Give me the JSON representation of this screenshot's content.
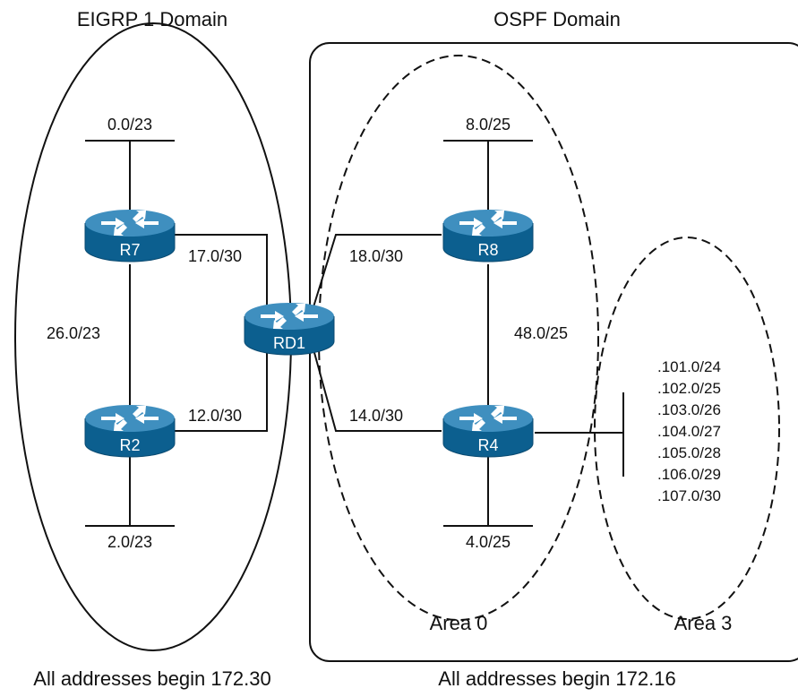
{
  "colors": {
    "line": "#111111",
    "router_top": "#3f8fbf",
    "router_body": "#0c5f8f",
    "router_text": "#ffffff"
  },
  "domains": {
    "eigrp_title": "EIGRP 1 Domain",
    "ospf_title": "OSPF Domain",
    "eigrp_footer": "All addresses begin 172.30",
    "ospf_footer": "All addresses begin 172.16"
  },
  "areas": {
    "area0": "Area 0",
    "area3": "Area 3"
  },
  "routers": {
    "r7": "R7",
    "r2": "R2",
    "rd1": "RD1",
    "r8": "R8",
    "r4": "R4"
  },
  "subnets": {
    "r7_lan": "0.0/23",
    "r7_r2": "26.0/23",
    "r2_lan": "2.0/23",
    "r7_rd1": "17.0/30",
    "r2_rd1": "12.0/30",
    "rd1_r8": "18.0/30",
    "rd1_r4": "14.0/30",
    "r8_lan": "8.0/25",
    "r8_r4": "48.0/25",
    "r4_lan": "4.0/25"
  },
  "area3_subnets": [
    ".101.0/24",
    ".102.0/25",
    ".103.0/26",
    ".104.0/27",
    ".105.0/28",
    ".106.0/29",
    ".107.0/30"
  ],
  "icons": {
    "router": "router-icon"
  }
}
